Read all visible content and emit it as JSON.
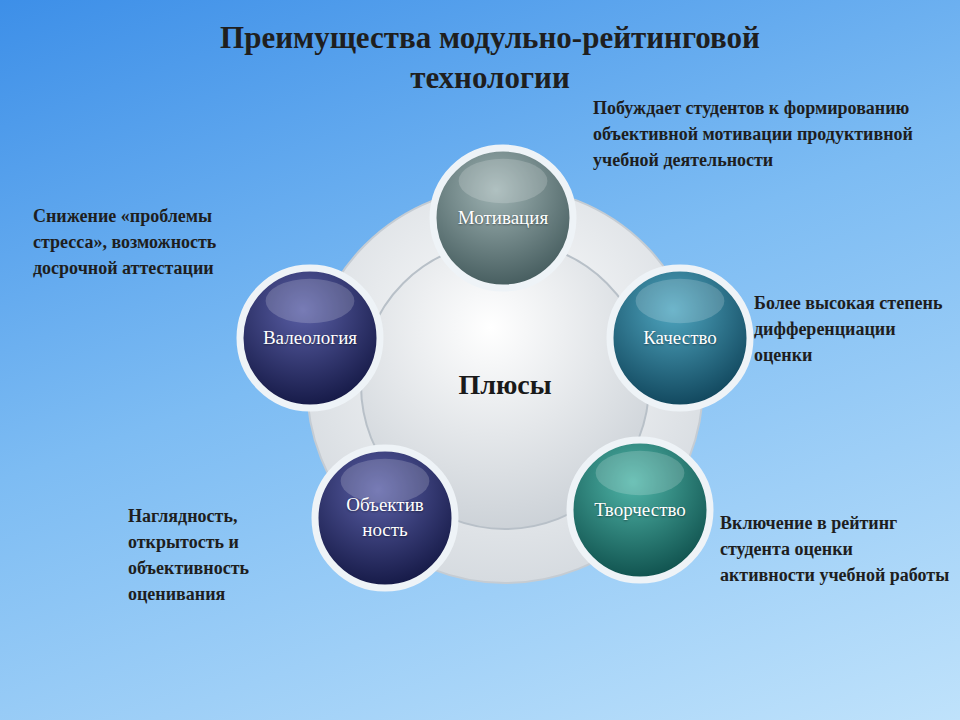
{
  "diagram": {
    "title": "Преимущества модульно-рейтинговой технологии",
    "nodes": [
      {
        "text": [
          "Плюсы"
        ]
      },
      {
        "text": [
          "Мотивация"
        ]
      },
      {
        "text": [
          "Качество"
        ]
      },
      {
        "text": [
          "Творчество"
        ]
      },
      {
        "text": [
          "Объектив ность"
        ]
      },
      {
        "text": [
          "Валеология"
        ]
      }
    ],
    "labels": [
      "Побуждает студентов к формированию объективной мотивации продуктивной учебной деятельности",
      "Более высокая степень дифференциации оценки",
      "Включение в рейтинг студента оценки активности учебной работы",
      "Наглядность, открытость и объективность оценивания",
      "Снижение «проблемы стресса», возможность досрочной аттестации"
    ]
  }
}
